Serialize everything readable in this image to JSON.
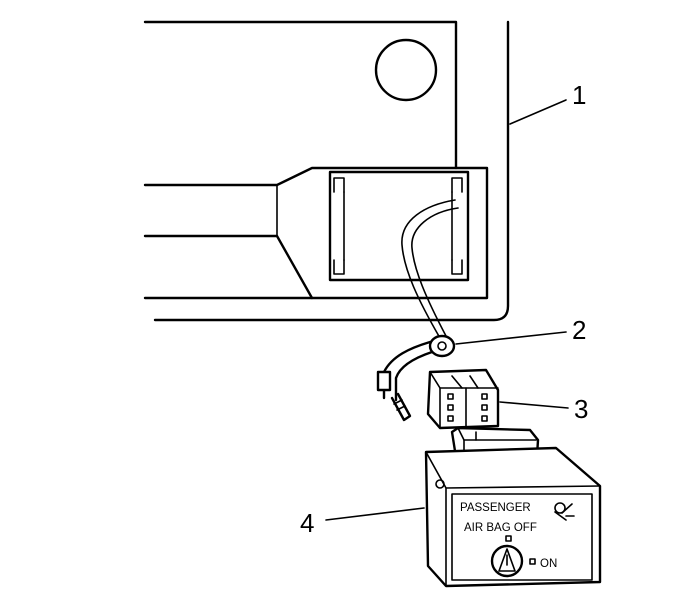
{
  "callouts": [
    {
      "id": "1",
      "label": "1"
    },
    {
      "id": "2",
      "label": "2"
    },
    {
      "id": "3",
      "label": "3"
    },
    {
      "id": "4",
      "label": "4"
    }
  ],
  "module_panel": {
    "line1": "PASSENGER",
    "line2": "AIR BAG OFF",
    "on_label": "ON"
  },
  "icons": [
    "airbag-icon",
    "warning-triangle-icon"
  ]
}
